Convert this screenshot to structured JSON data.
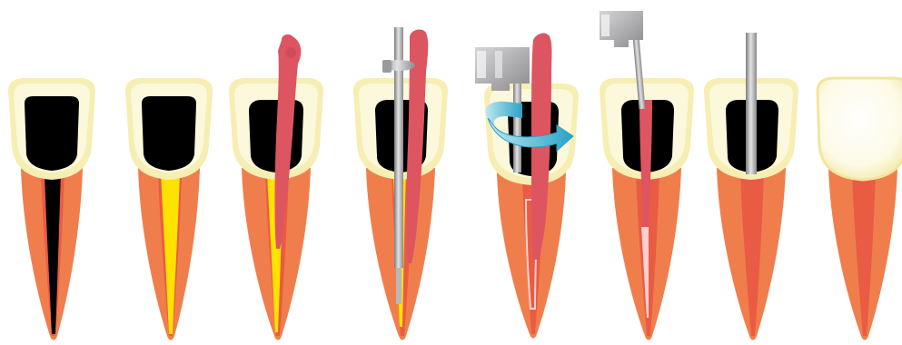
{
  "diagram": {
    "steps": [
      {
        "step": 1,
        "canal": "empty",
        "crown": "open-cavity"
      },
      {
        "step": 2,
        "canal": "gutta-percha",
        "crown": "open-cavity"
      },
      {
        "step": 3,
        "canal": "post-insertion",
        "crown": "open-cavity"
      },
      {
        "step": 4,
        "canal": "post-with-drill",
        "crown": "open-cavity"
      },
      {
        "step": 5,
        "canal": "post-rotation",
        "crown": "open-cavity"
      },
      {
        "step": 6,
        "canal": "fiber-post-placed",
        "crown": "open-cavity"
      },
      {
        "step": 7,
        "canal": "post-cemented",
        "crown": "open-cavity"
      },
      {
        "step": 8,
        "canal": "restored",
        "crown": "filled"
      }
    ]
  },
  "colors": {
    "root": "#f07e4c",
    "root_inner": "#ea5b43",
    "enamel_rim": "#f6eeb2",
    "enamel_inner": "#fbf8dc",
    "cavity": "#000000",
    "gutta_percha": "#ffe200",
    "post_pink": "#dd5560",
    "metal": "#a9a9ab",
    "arrow": "#4bbad6"
  },
  "icons": [
    "tooth-icon",
    "post-icon",
    "drill-icon",
    "rotation-arrow-icon"
  ]
}
